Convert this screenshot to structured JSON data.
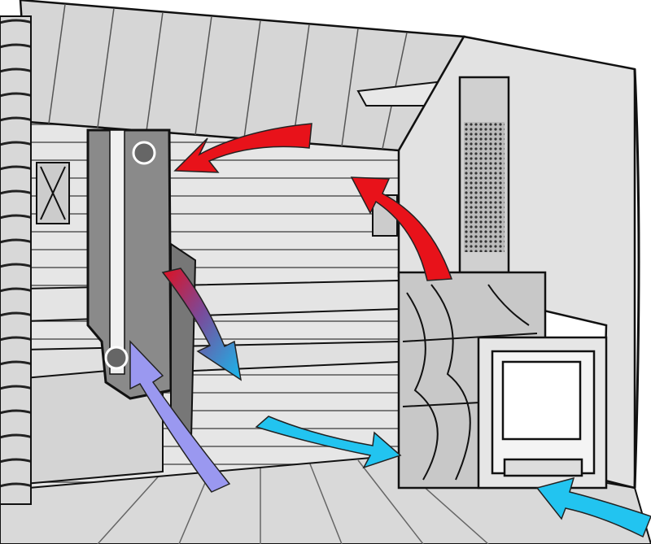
{
  "title": "",
  "colors": {
    "hot_air": "#e8121a",
    "warm_to_cool_start": "#e01020",
    "warm_to_cool_end": "#18b8ec",
    "cool_air": "#22c4f0",
    "return_air": "#9a98f0",
    "wall": "#e4e4e4",
    "ceiling": "#d6d6d6",
    "vent_panel": "#8a8a8a",
    "outline": "#111111"
  },
  "arrows": [
    {
      "name": "hot-air-ceiling",
      "color": "hot_air"
    },
    {
      "name": "hot-air-rising-from-stove",
      "color": "hot_air"
    },
    {
      "name": "air-cooling-down",
      "color": "gradient"
    },
    {
      "name": "return-air-into-vent",
      "color": "return_air"
    },
    {
      "name": "cool-air-to-stove",
      "color": "cool_air"
    },
    {
      "name": "fresh-air-intake",
      "color": "cool_air"
    }
  ]
}
